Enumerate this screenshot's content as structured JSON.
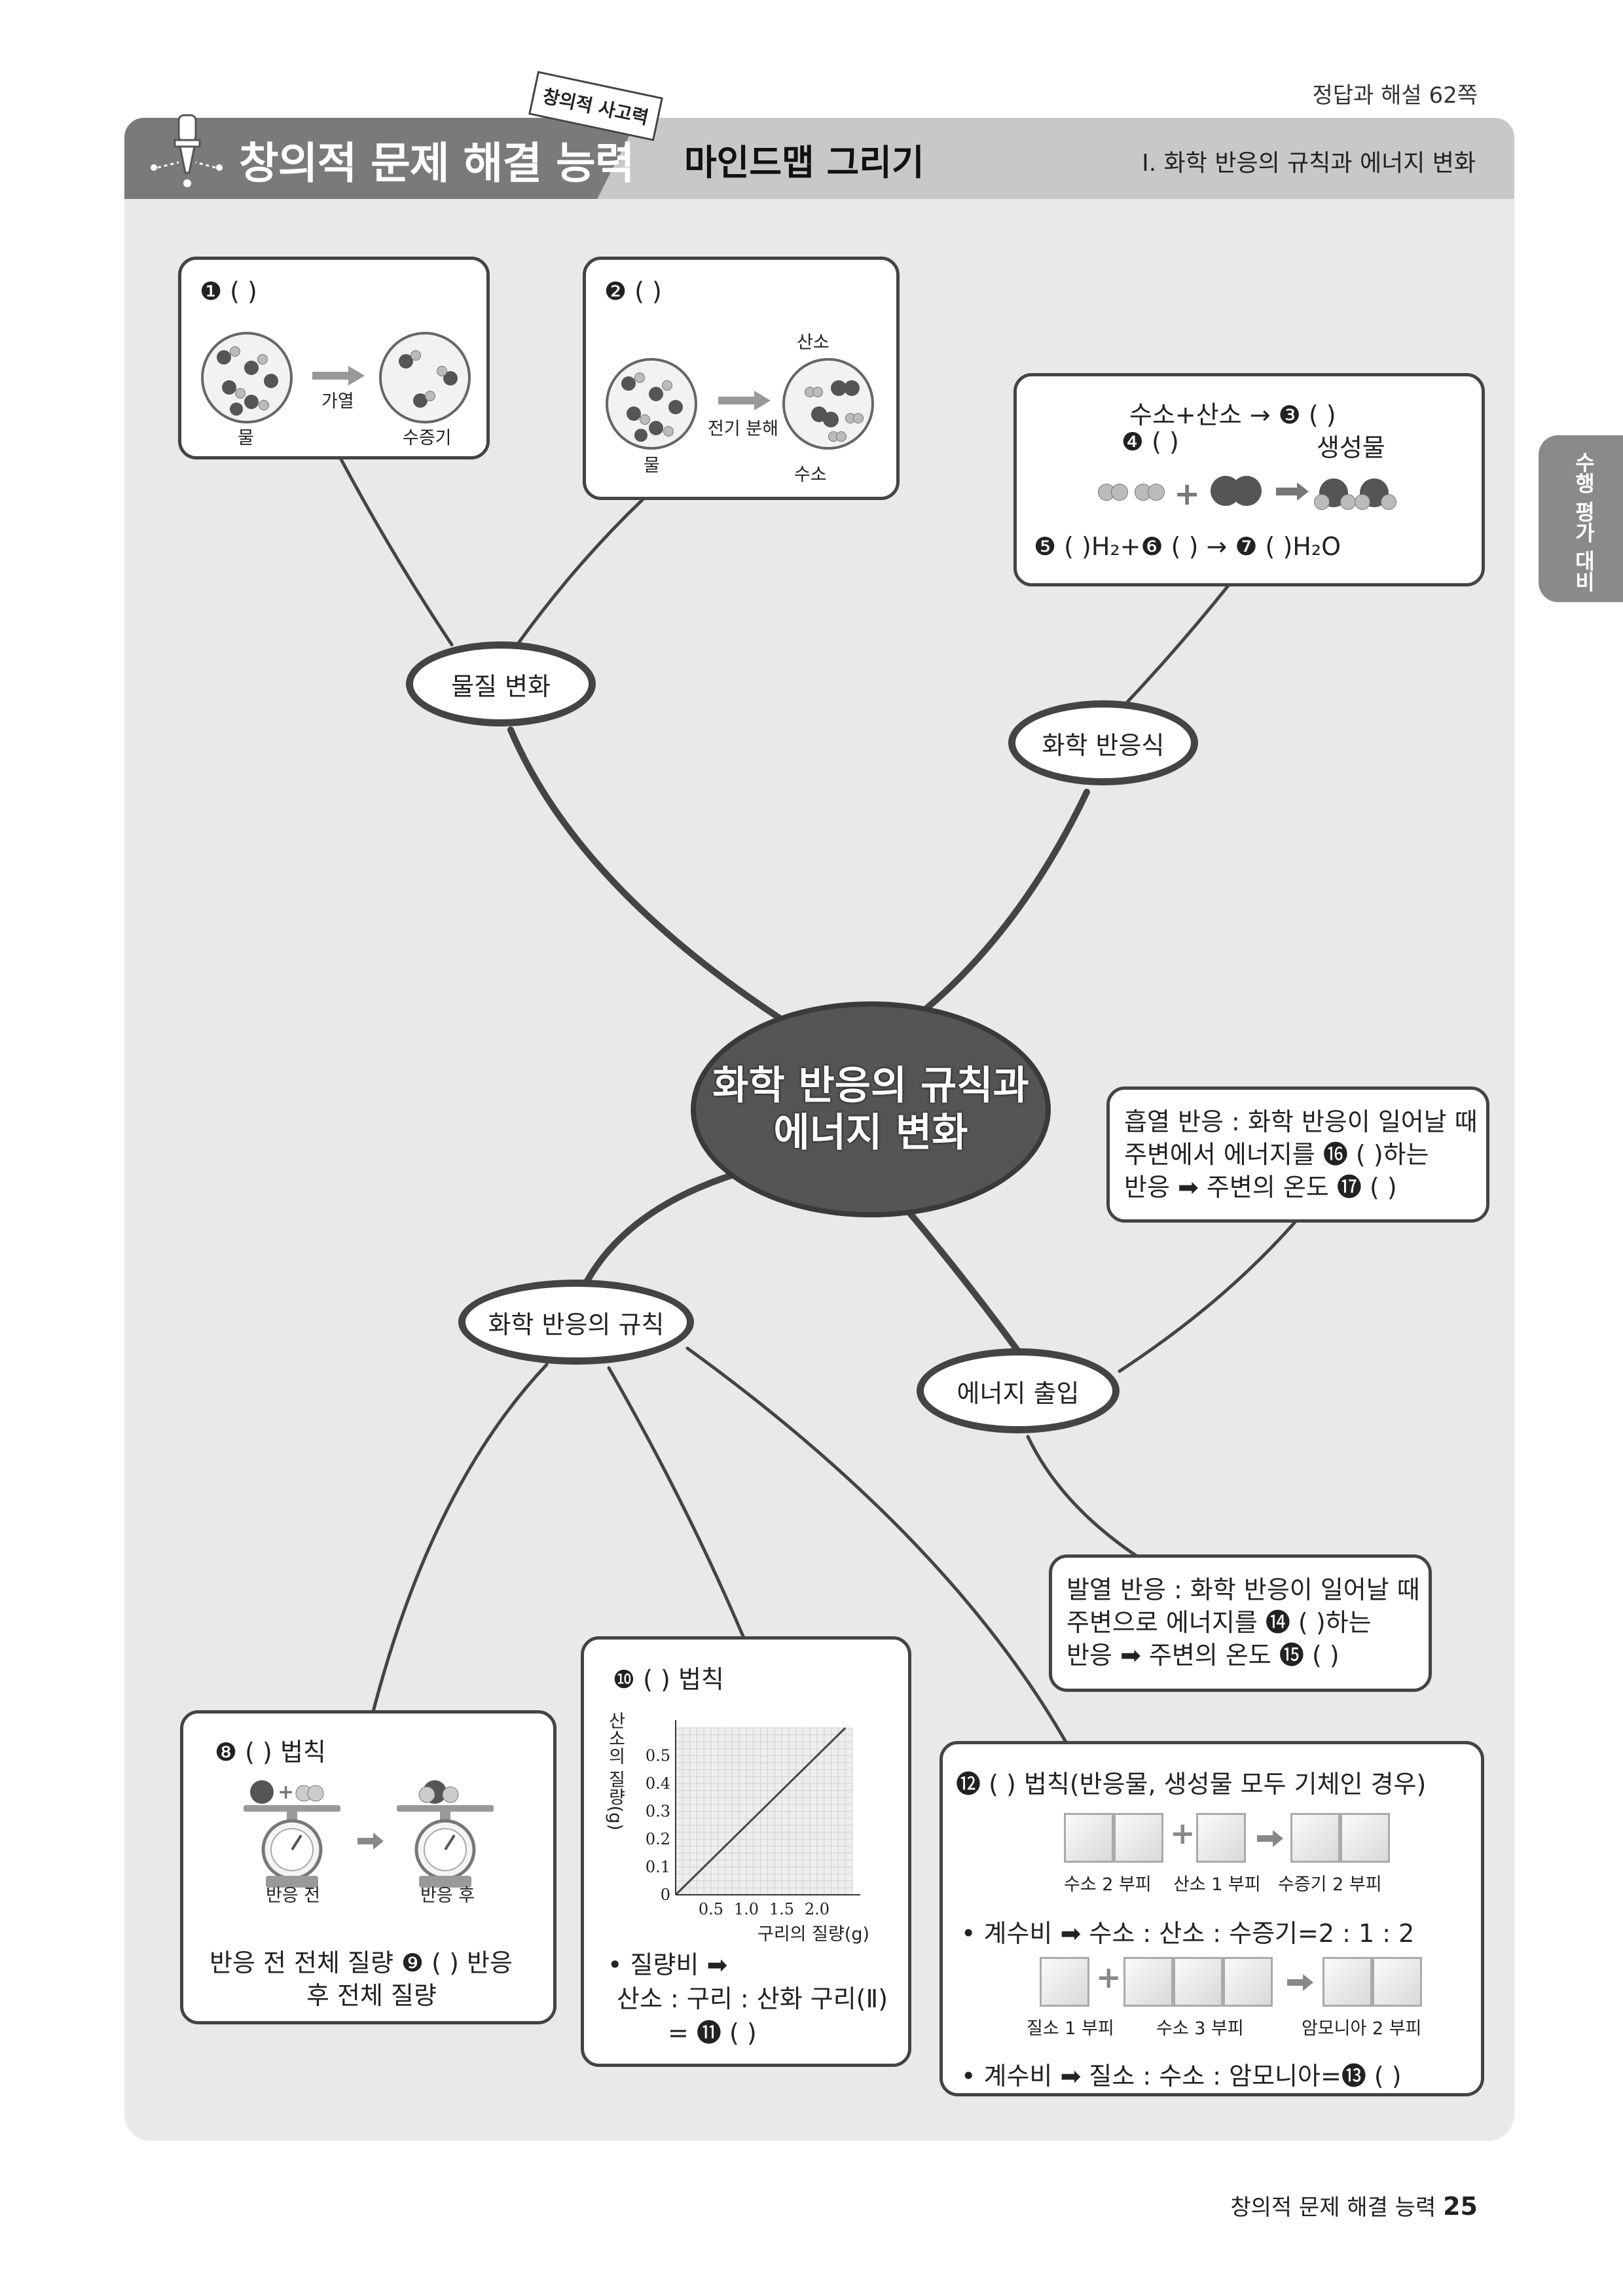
{
  "header": {
    "answer_ref": "정답과 해설 62쪽",
    "title": "창의적 문제 해결 능력",
    "badge": "창의적 사고력",
    "subtitle": "마인드맵 그리기",
    "unit": "Ⅰ. 화학 반응의 규칙과 에너지 변화"
  },
  "side_tab": "수행 평가 대비",
  "center": {
    "line1": "화학 반응의 규칙과",
    "line2": "에너지 변화"
  },
  "nodes": {
    "matter_change": "물질 변화",
    "chem_equation": "화학 반응식",
    "rules": "화학 반응의 규칙",
    "energy": "에너지 출입"
  },
  "box1": {
    "label": "❶ (              )",
    "arrow_label": "가열",
    "left": "물",
    "right": "수증기"
  },
  "box2": {
    "label": "❷ (              )",
    "arrow_label": "전기 분해",
    "left": "물",
    "top_right": "산소",
    "bottom_right": "수소"
  },
  "box_eq": {
    "line1": "수소+산소 → ❸ (      )",
    "line2a": "❹ (         )",
    "line2b": "생성물",
    "line3": "❺ (      )H₂+❻ (      ) → ❼ (      )H₂O"
  },
  "box_endo": {
    "line1": "흡열 반응 : 화학 반응이 일어날 때",
    "line2": "주변에서 에너지를 ⓰ (         )하는",
    "line3": "반응 ➡ 주변의 온도 ⓱ (      )"
  },
  "box_exo": {
    "line1": "발열 반응 : 화학 반응이 일어날 때",
    "line2": "주변으로 에너지를 ⓮ (         )하는",
    "line3": "반응 ➡ 주변의 온도 ⓯ (      )"
  },
  "box8": {
    "label": "❽ (              ) 법칙",
    "before": "반응 전",
    "after": "반응 후",
    "text1": "반응 전 전체 질량 ❾ (      ) 반응",
    "text2": "후 전체 질량"
  },
  "box10": {
    "label": "❿ (                ) 법칙",
    "ratio_label": "• 질량비 ➡",
    "ratio_line": "산소 : 구리 : 산화 구리(Ⅱ)",
    "ratio_answer": "= ⓫ (              )"
  },
  "chart_data": {
    "type": "line",
    "xlabel": "구리의 질량(g)",
    "ylabel": "산소의 질량(g)",
    "x_ticks": [
      "0.5",
      "1.0",
      "1.5",
      "2.0"
    ],
    "y_ticks": [
      "0",
      "0.1",
      "0.2",
      "0.3",
      "0.4",
      "0.5"
    ],
    "xlim": [
      0,
      2.5
    ],
    "ylim": [
      0,
      0.6
    ],
    "series": [
      {
        "x": [
          0,
          2.4
        ],
        "y": [
          0,
          0.6
        ]
      }
    ]
  },
  "box12": {
    "label": "⓬ (              ) 법칙(반응물, 생성물 모두 기체인 경우)",
    "r1_a": "수소 2 부피",
    "r1_b": "산소 1 부피",
    "r1_c": "수증기 2 부피",
    "coef1": "• 계수비 ➡ 수소 : 산소 : 수증기=2 : 1 : 2",
    "r2_a": "질소 1 부피",
    "r2_b": "수소 3 부피",
    "r2_c": "암모니아 2 부피",
    "coef2": "• 계수비 ➡ 질소 : 수소 : 암모니아=⓭ (              )"
  },
  "footer": {
    "text": "창의적 문제 해결 능력",
    "page": "25"
  }
}
